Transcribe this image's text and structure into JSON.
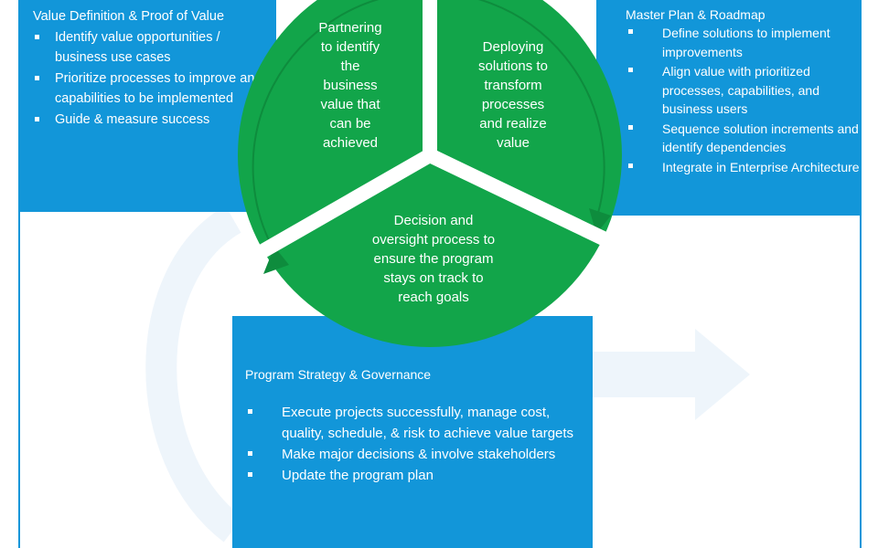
{
  "colors": {
    "box_blue": "#1296d9",
    "segment_green": "#12a54a",
    "divider": "#ffffff",
    "ghost_arrow": "#eef5fb"
  },
  "left_box": {
    "title": "Value Definition & Proof of Value",
    "items": [
      "Identify value opportunities / business use cases",
      "Prioritize processes to improve and capabilities to be implemented",
      "Guide & measure success"
    ]
  },
  "right_box": {
    "title": "Master Plan & Roadmap",
    "items": [
      "Define solutions to implement improvements",
      "Align value with prioritized processes, capabilities, and business users",
      "Sequence solution increments and identify dependencies",
      "Integrate in Enterprise Architecture"
    ]
  },
  "bottom_box": {
    "title": "Program Strategy & Governance",
    "items": [
      "Execute projects successfully, manage cost, quality, schedule, & risk to achieve value targets",
      "Make major decisions & involve stakeholders",
      "Update the program plan"
    ]
  },
  "cycle": {
    "left_segment_lines": [
      "Partnering",
      "to identify",
      "the",
      "business",
      "value that",
      "can be",
      "achieved"
    ],
    "right_segment_lines": [
      "Deploying",
      "solutions to",
      "transform",
      "processes",
      "and realize",
      "value"
    ],
    "bottom_segment_lines": [
      "Decision and",
      "oversight process to",
      "ensure the program",
      "stays on track to",
      "reach goals"
    ]
  }
}
